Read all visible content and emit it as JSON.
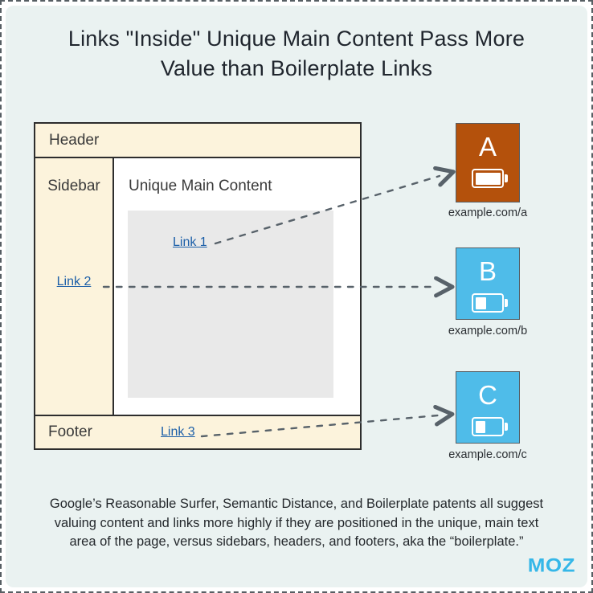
{
  "title": {
    "line1": "Links \"Inside\" Unique Main Content Pass More",
    "line2": "Value than Boilerplate Links"
  },
  "mockup": {
    "header_label": "Header",
    "sidebar_label": "Sidebar",
    "main_label": "Unique Main Content",
    "footer_label": "Footer",
    "link1": "Link 1",
    "link2": "Link 2",
    "link3": "Link 3"
  },
  "targets": [
    {
      "letter": "A",
      "url": "example.com/a",
      "color": "#b4510c",
      "battery_fill": "100%",
      "battery_level": "full"
    },
    {
      "letter": "B",
      "url": "example.com/b",
      "color": "#4fbce9",
      "battery_fill": "45%",
      "battery_level": "medium"
    },
    {
      "letter": "C",
      "url": "example.com/c",
      "color": "#4fbce9",
      "battery_fill": "40%",
      "battery_level": "low"
    }
  ],
  "caption": {
    "lines": [
      "Google’s Reasonable Surfer, Semantic Distance, and Boilerplate patents all suggest",
      "valuing content and links more highly if they are positioned in the unique, main text",
      "area of the page, versus sidebars, headers, and footers, aka the “boilerplate.”"
    ]
  },
  "logo": {
    "text": "MOZ",
    "color": "#35b7e8"
  },
  "colors": {
    "panel_background": "#eaf2f1",
    "boilerplate_cream": "#fcf3dc",
    "content_gray": "#e9e9e9",
    "link_blue": "#1c5fa8",
    "arrow_gray": "#58626a",
    "page_a_orange": "#b4510c",
    "page_bc_blue": "#4fbce9"
  }
}
